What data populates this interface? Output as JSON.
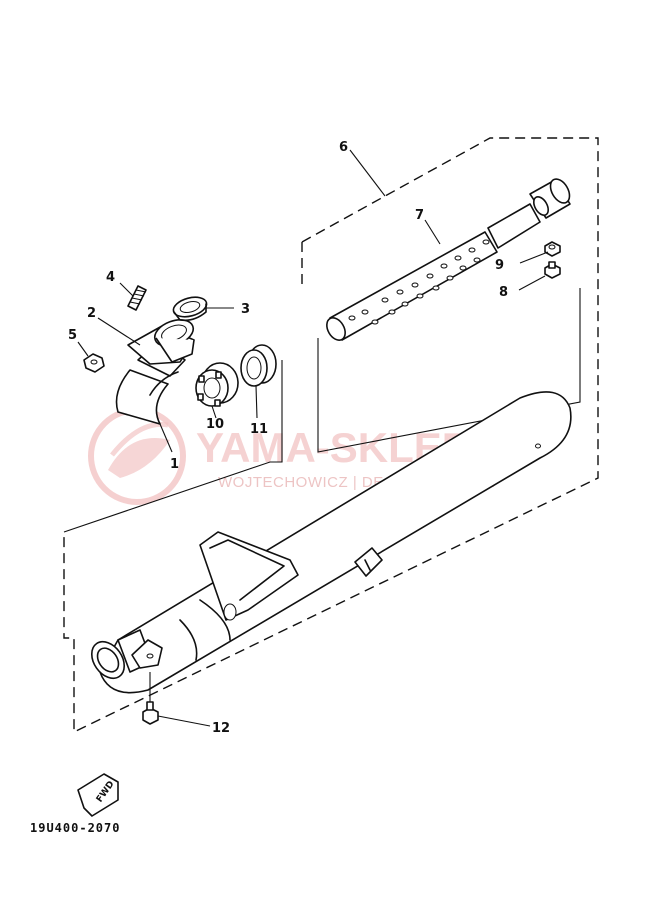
{
  "diagram": {
    "callouts": {
      "p1": "1",
      "p2": "2",
      "p3": "3",
      "p4": "4",
      "p5": "5",
      "p6": "6",
      "p7": "7",
      "p8": "8",
      "p9": "9",
      "p10": "10",
      "p11": "11",
      "p12": "12"
    },
    "drawing_code": "19U400-2070",
    "fwd_label": "FWD",
    "watermark": {
      "main": "YAMA-SKLEP.PL",
      "sub": "WOJTECHOWICZ | DEALER YAMAHA"
    }
  },
  "colors": {
    "line": "#111111",
    "watermark": "#f2c4c4"
  }
}
